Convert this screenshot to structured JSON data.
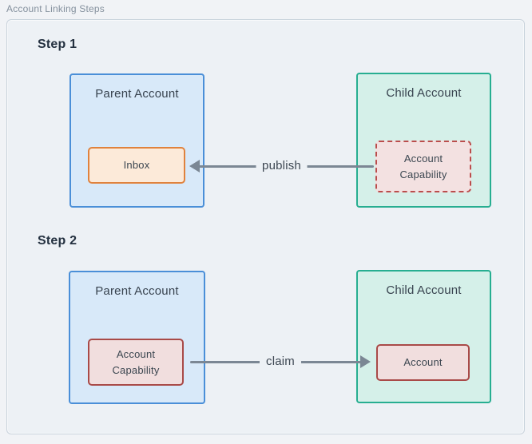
{
  "panel": {
    "title": "Account Linking Steps"
  },
  "colors": {
    "panel_fill": "#edf1f5",
    "panel_border": "#c9d3dc",
    "parent_fill": "#d8e9f9",
    "parent_border": "#4a8fd8",
    "child_fill": "#d5f0e9",
    "child_border": "#27ae91",
    "inbox_fill": "#fcead9",
    "inbox_border": "#e0823d",
    "capability_fill": "#f1dede",
    "capability_border": "#a94a48",
    "arrow": "#7b8794"
  },
  "steps": [
    {
      "label": "Step 1",
      "parent": {
        "title": "Parent Account",
        "inner": "Inbox"
      },
      "child": {
        "title": "Child Account",
        "inner": "Account Capability"
      },
      "arrow": {
        "label": "publish",
        "direction": "left"
      }
    },
    {
      "label": "Step 2",
      "parent": {
        "title": "Parent Account",
        "inner": "Account Capability"
      },
      "child": {
        "title": "Child Account",
        "inner": "Account"
      },
      "arrow": {
        "label": "claim",
        "direction": "right"
      }
    }
  ]
}
